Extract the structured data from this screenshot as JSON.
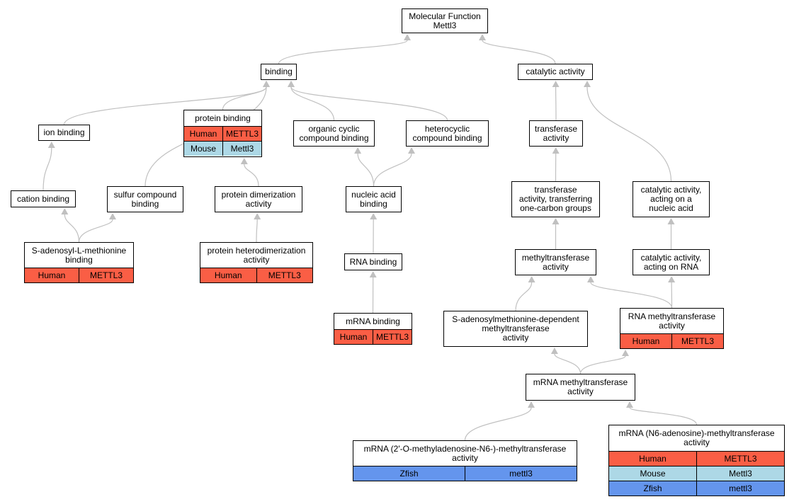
{
  "colors": {
    "human": "#fa5e45",
    "mouse": "#add8e6",
    "zfish": "#6495ed",
    "edge": "#c0c0c0"
  },
  "nodes": [
    {
      "id": "mf",
      "label": "Molecular Function\nMettl3",
      "rows": []
    },
    {
      "id": "binding",
      "label": "binding",
      "rows": []
    },
    {
      "id": "catalytic",
      "label": "catalytic activity",
      "rows": []
    },
    {
      "id": "ion",
      "label": "ion binding",
      "rows": []
    },
    {
      "id": "protein",
      "label": "protein binding",
      "rows": [
        [
          "Human",
          "METTL3"
        ],
        [
          "Mouse",
          "Mettl3"
        ]
      ]
    },
    {
      "id": "organic",
      "label": "organic cyclic\ncompound binding",
      "rows": []
    },
    {
      "id": "hetero",
      "label": "heterocyclic\ncompound binding",
      "rows": []
    },
    {
      "id": "transferase",
      "label": "transferase\nactivity",
      "rows": []
    },
    {
      "id": "cation",
      "label": "cation binding",
      "rows": []
    },
    {
      "id": "sulfur",
      "label": "sulfur compound\nbinding",
      "rows": []
    },
    {
      "id": "dimer",
      "label": "protein dimerization\nactivity",
      "rows": []
    },
    {
      "id": "nucleic",
      "label": "nucleic acid\nbinding",
      "rows": []
    },
    {
      "id": "onecarbon",
      "label": "transferase\nactivity, transferring\none-carbon groups",
      "rows": []
    },
    {
      "id": "catnuc",
      "label": "catalytic activity,\nacting on a\nnucleic acid",
      "rows": []
    },
    {
      "id": "sam",
      "label": "S-adenosyl-L-methionine\nbinding",
      "rows": [
        [
          "Human",
          "METTL3"
        ]
      ]
    },
    {
      "id": "hetdimer",
      "label": "protein heterodimerization\nactivity",
      "rows": [
        [
          "Human",
          "METTL3"
        ]
      ]
    },
    {
      "id": "rna",
      "label": "RNA binding",
      "rows": []
    },
    {
      "id": "methyl",
      "label": "methyltransferase\nactivity",
      "rows": []
    },
    {
      "id": "catrna",
      "label": "catalytic activity,\nacting on RNA",
      "rows": []
    },
    {
      "id": "mrnabind",
      "label": "mRNA binding",
      "rows": [
        [
          "Human",
          "METTL3"
        ]
      ]
    },
    {
      "id": "samdep",
      "label": "S-adenosylmethionine-dependent\nmethyltransferase\nactivity",
      "rows": []
    },
    {
      "id": "rnamethyl",
      "label": "RNA methyltransferase\nactivity",
      "rows": [
        [
          "Human",
          "METTL3"
        ]
      ]
    },
    {
      "id": "mrnamethyl",
      "label": "mRNA methyltransferase\nactivity",
      "rows": []
    },
    {
      "id": "o2",
      "label": "mRNA (2'-O-methyladenosine-N6-)-methyltransferase\nactivity",
      "rows": [
        [
          "Zfish",
          "mettl3"
        ]
      ]
    },
    {
      "id": "n6",
      "label": "mRNA (N6-adenosine)-methyltransferase\nactivity",
      "rows": [
        [
          "Human",
          "METTL3"
        ],
        [
          "Mouse",
          "Mettl3"
        ],
        [
          "Zfish",
          "mettl3"
        ]
      ]
    }
  ],
  "edges": [
    {
      "from": "binding",
      "to": "mf"
    },
    {
      "from": "catalytic",
      "to": "mf"
    },
    {
      "from": "ion",
      "to": "binding"
    },
    {
      "from": "sulfur",
      "to": "binding"
    },
    {
      "from": "protein",
      "to": "binding"
    },
    {
      "from": "organic",
      "to": "binding"
    },
    {
      "from": "hetero",
      "to": "binding"
    },
    {
      "from": "transferase",
      "to": "catalytic"
    },
    {
      "from": "catnuc",
      "to": "catalytic"
    },
    {
      "from": "cation",
      "to": "ion"
    },
    {
      "from": "sam",
      "to": "cation"
    },
    {
      "from": "sam",
      "to": "sulfur"
    },
    {
      "from": "dimer",
      "to": "protein"
    },
    {
      "from": "hetdimer",
      "to": "dimer"
    },
    {
      "from": "nucleic",
      "to": "organic"
    },
    {
      "from": "nucleic",
      "to": "hetero"
    },
    {
      "from": "rna",
      "to": "nucleic"
    },
    {
      "from": "mrnabind",
      "to": "rna"
    },
    {
      "from": "onecarbon",
      "to": "transferase"
    },
    {
      "from": "methyl",
      "to": "onecarbon"
    },
    {
      "from": "catrna",
      "to": "catnuc"
    },
    {
      "from": "samdep",
      "to": "methyl"
    },
    {
      "from": "rnamethyl",
      "to": "methyl"
    },
    {
      "from": "rnamethyl",
      "to": "catrna"
    },
    {
      "from": "mrnamethyl",
      "to": "samdep"
    },
    {
      "from": "mrnamethyl",
      "to": "rnamethyl"
    },
    {
      "from": "o2",
      "to": "mrnamethyl"
    },
    {
      "from": "n6",
      "to": "mrnamethyl"
    }
  ]
}
